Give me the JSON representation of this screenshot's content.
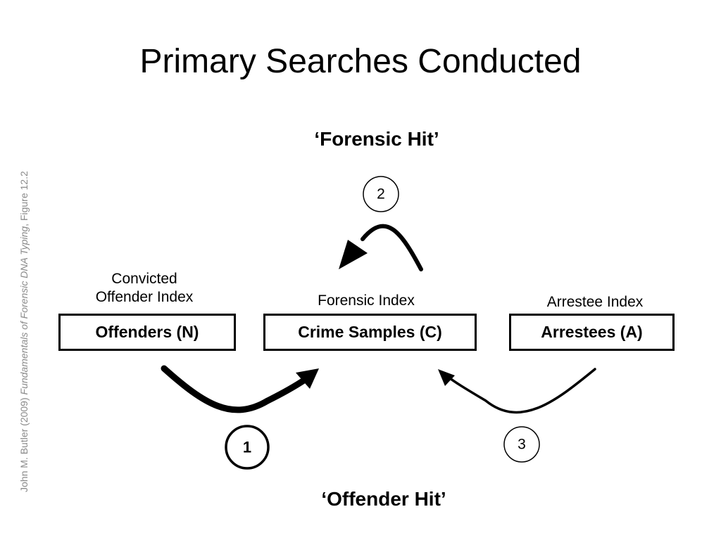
{
  "title": "Primary Searches Conducted",
  "forensic_hit": "‘Forensic Hit’",
  "offender_hit": "‘Offender Hit’",
  "credit": {
    "author_year": "John M. Butler (2009) ",
    "book_title": "Fundamentals of Forensic DNA Typing",
    "figure": ", Figure 12.2"
  },
  "indexes": {
    "offender": {
      "label_line1": "Convicted",
      "label_line2": "Offender Index",
      "box": "Offenders (N)"
    },
    "forensic": {
      "label": "Forensic Index",
      "box": "Crime Samples (C)"
    },
    "arrestee": {
      "label": "Arrestee Index",
      "box": "Arrestees (A)"
    }
  },
  "search_numbers": {
    "one": "1",
    "two": "2",
    "three": "3"
  }
}
